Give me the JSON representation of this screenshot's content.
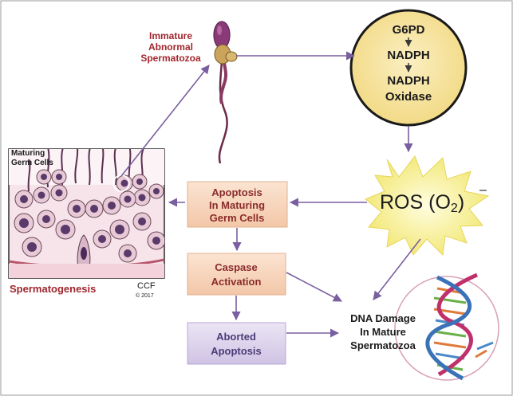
{
  "sperm_label": [
    "Immature",
    "Abnormal",
    "Spermatozoa"
  ],
  "circle_items": {
    "g6pd": "G6PD",
    "nadph": "NADPH",
    "oxidase": [
      "NADPH",
      "Oxidase"
    ]
  },
  "ros_label": "ROS (O",
  "ros_sub": "2",
  "ros_sup": "–",
  "tissue": {
    "germ_label": [
      "Maturing",
      "Germ Cells"
    ],
    "spermatogenesis": "Spermatogenesis",
    "ccf": [
      "CCF",
      "© 2017"
    ]
  },
  "boxes": {
    "apoptosis": [
      "Apoptosis",
      "In Maturing",
      "Germ Cells"
    ],
    "caspase": [
      "Caspase",
      "Activation"
    ],
    "aborted": [
      "Aborted",
      "Apoptosis"
    ]
  },
  "dna_label": [
    "DNA Damage",
    "In Mature",
    "Spermatozoa"
  ],
  "colors": {
    "arrow": "#7a5fa0",
    "circle_fill": "#f7e6a6",
    "box_orange": "#f6d3bb",
    "box_purple": "#dcd3ea",
    "ros_star": "#f6ee9a"
  }
}
